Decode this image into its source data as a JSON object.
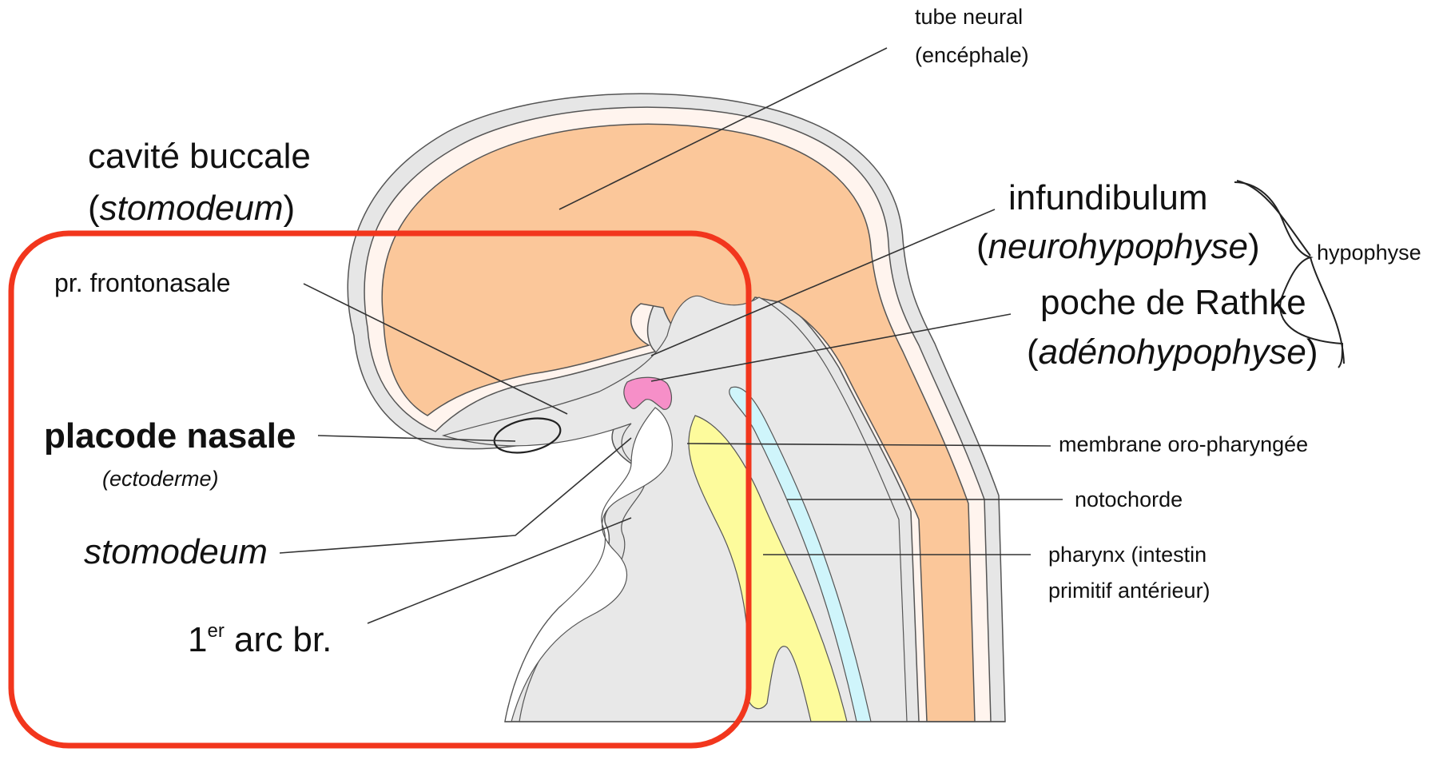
{
  "labels": {
    "tube_neural": {
      "line1": "tube neural",
      "line2": "(encéphale)"
    },
    "cavite_buccale": {
      "line1": "cavité buccale",
      "open": "(",
      "italic": "stomodeum",
      "close": ")"
    },
    "infundibulum": {
      "line1": "infundibulum",
      "open": "(",
      "italic": "neurohypophyse",
      "close": ")"
    },
    "hypophyse": "hypophyse",
    "poche_rathke": {
      "line1": "poche de Rathke",
      "open": "(",
      "italic": "adénohypophyse",
      "close": ")"
    },
    "pr_frontonasale": "pr. frontonasale",
    "placode_nasale": {
      "line1": "placode nasale",
      "line2": "(ectoderme)"
    },
    "membrane": "membrane oro-pharyngée",
    "notochorde": "notochorde",
    "pharynx": {
      "line1": "pharynx (intestin",
      "line2": "primitif antérieur)"
    },
    "stomodeum": "stomodeum",
    "arc": {
      "prefix": "1",
      "sup": "er",
      "rest": " arc br."
    }
  },
  "colors": {
    "neural_tube": "#fbc79a",
    "ectoderm_outer": "#e6e6e6",
    "neural_wall": "#fff4ee",
    "mesenchyme": "#e8e8e8",
    "pharynx": "#fdfb9c",
    "notochord": "#cff5fb",
    "rathke": "#f68fc8",
    "highlight_box": "#f2361d"
  }
}
